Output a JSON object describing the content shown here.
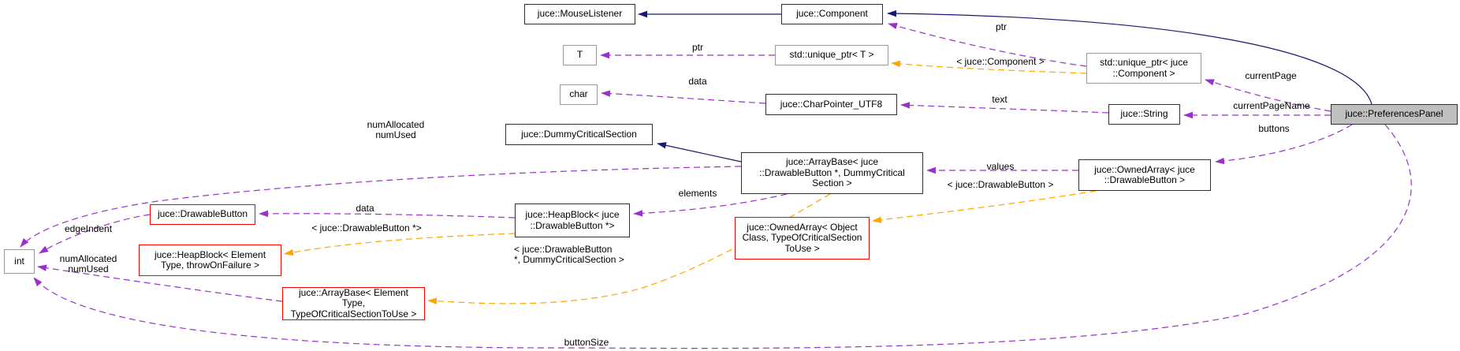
{
  "nodes": [
    {
      "label": "juce::MouseListener"
    },
    {
      "label": "juce::Component"
    },
    {
      "label": "T"
    },
    {
      "label": "std::unique_ptr< T >"
    },
    {
      "label": "char"
    },
    {
      "label": "juce::CharPointer_UTF8"
    },
    {
      "label": "std::unique_ptr< juce\n::Component >"
    },
    {
      "label": "juce::String"
    },
    {
      "label": "juce::PreferencesPanel"
    },
    {
      "label": "juce::DummyCriticalSection"
    },
    {
      "label": "juce::ArrayBase< juce\n::DrawableButton *, DummyCritical\nSection >"
    },
    {
      "label": "juce::OwnedArray< juce\n::DrawableButton >"
    },
    {
      "label": "juce::DrawableButton"
    },
    {
      "label": "juce::HeapBlock< juce\n::DrawableButton *>"
    },
    {
      "label": "juce::HeapBlock< Element\nType, throwOnFailure >"
    },
    {
      "label": "juce::OwnedArray< Object\nClass, TypeOfCriticalSection\nToUse >"
    },
    {
      "label": "juce::ArrayBase< Element\nType, TypeOfCriticalSectionToUse >"
    },
    {
      "label": "int"
    }
  ],
  "edge_labels": {
    "ptr_component": "ptr",
    "ptr_t": "ptr",
    "template_component": "< juce::Component >",
    "data_char": "data",
    "text": "text",
    "current_page": "currentPage",
    "current_page_name": "currentPageName",
    "buttons": "buttons",
    "values": "values",
    "template_drawable": "< juce::DrawableButton >",
    "num_allocated_top": "numAllocated\nnumUsed",
    "elements": "elements",
    "data_drawable": "data",
    "template_drawable_ptr": "< juce::DrawableButton *>",
    "template_drawable_dummy": "< juce::DrawableButton\n*, DummyCriticalSection >",
    "edge_indent": "edgeIndent",
    "num_allocated_left": "numAllocated\nnumUsed",
    "button_size": "buttonSize"
  },
  "colors": {
    "inheritance_edge": "#191970",
    "member_edge": "#9932cc",
    "template_edge": "#ffa500",
    "current_node_fill": "#bfbfbf",
    "truncated_node_border": "#ff0000",
    "external_node_border": "#9a9a9a",
    "node_border": "#303030",
    "background": "#ffffff"
  }
}
